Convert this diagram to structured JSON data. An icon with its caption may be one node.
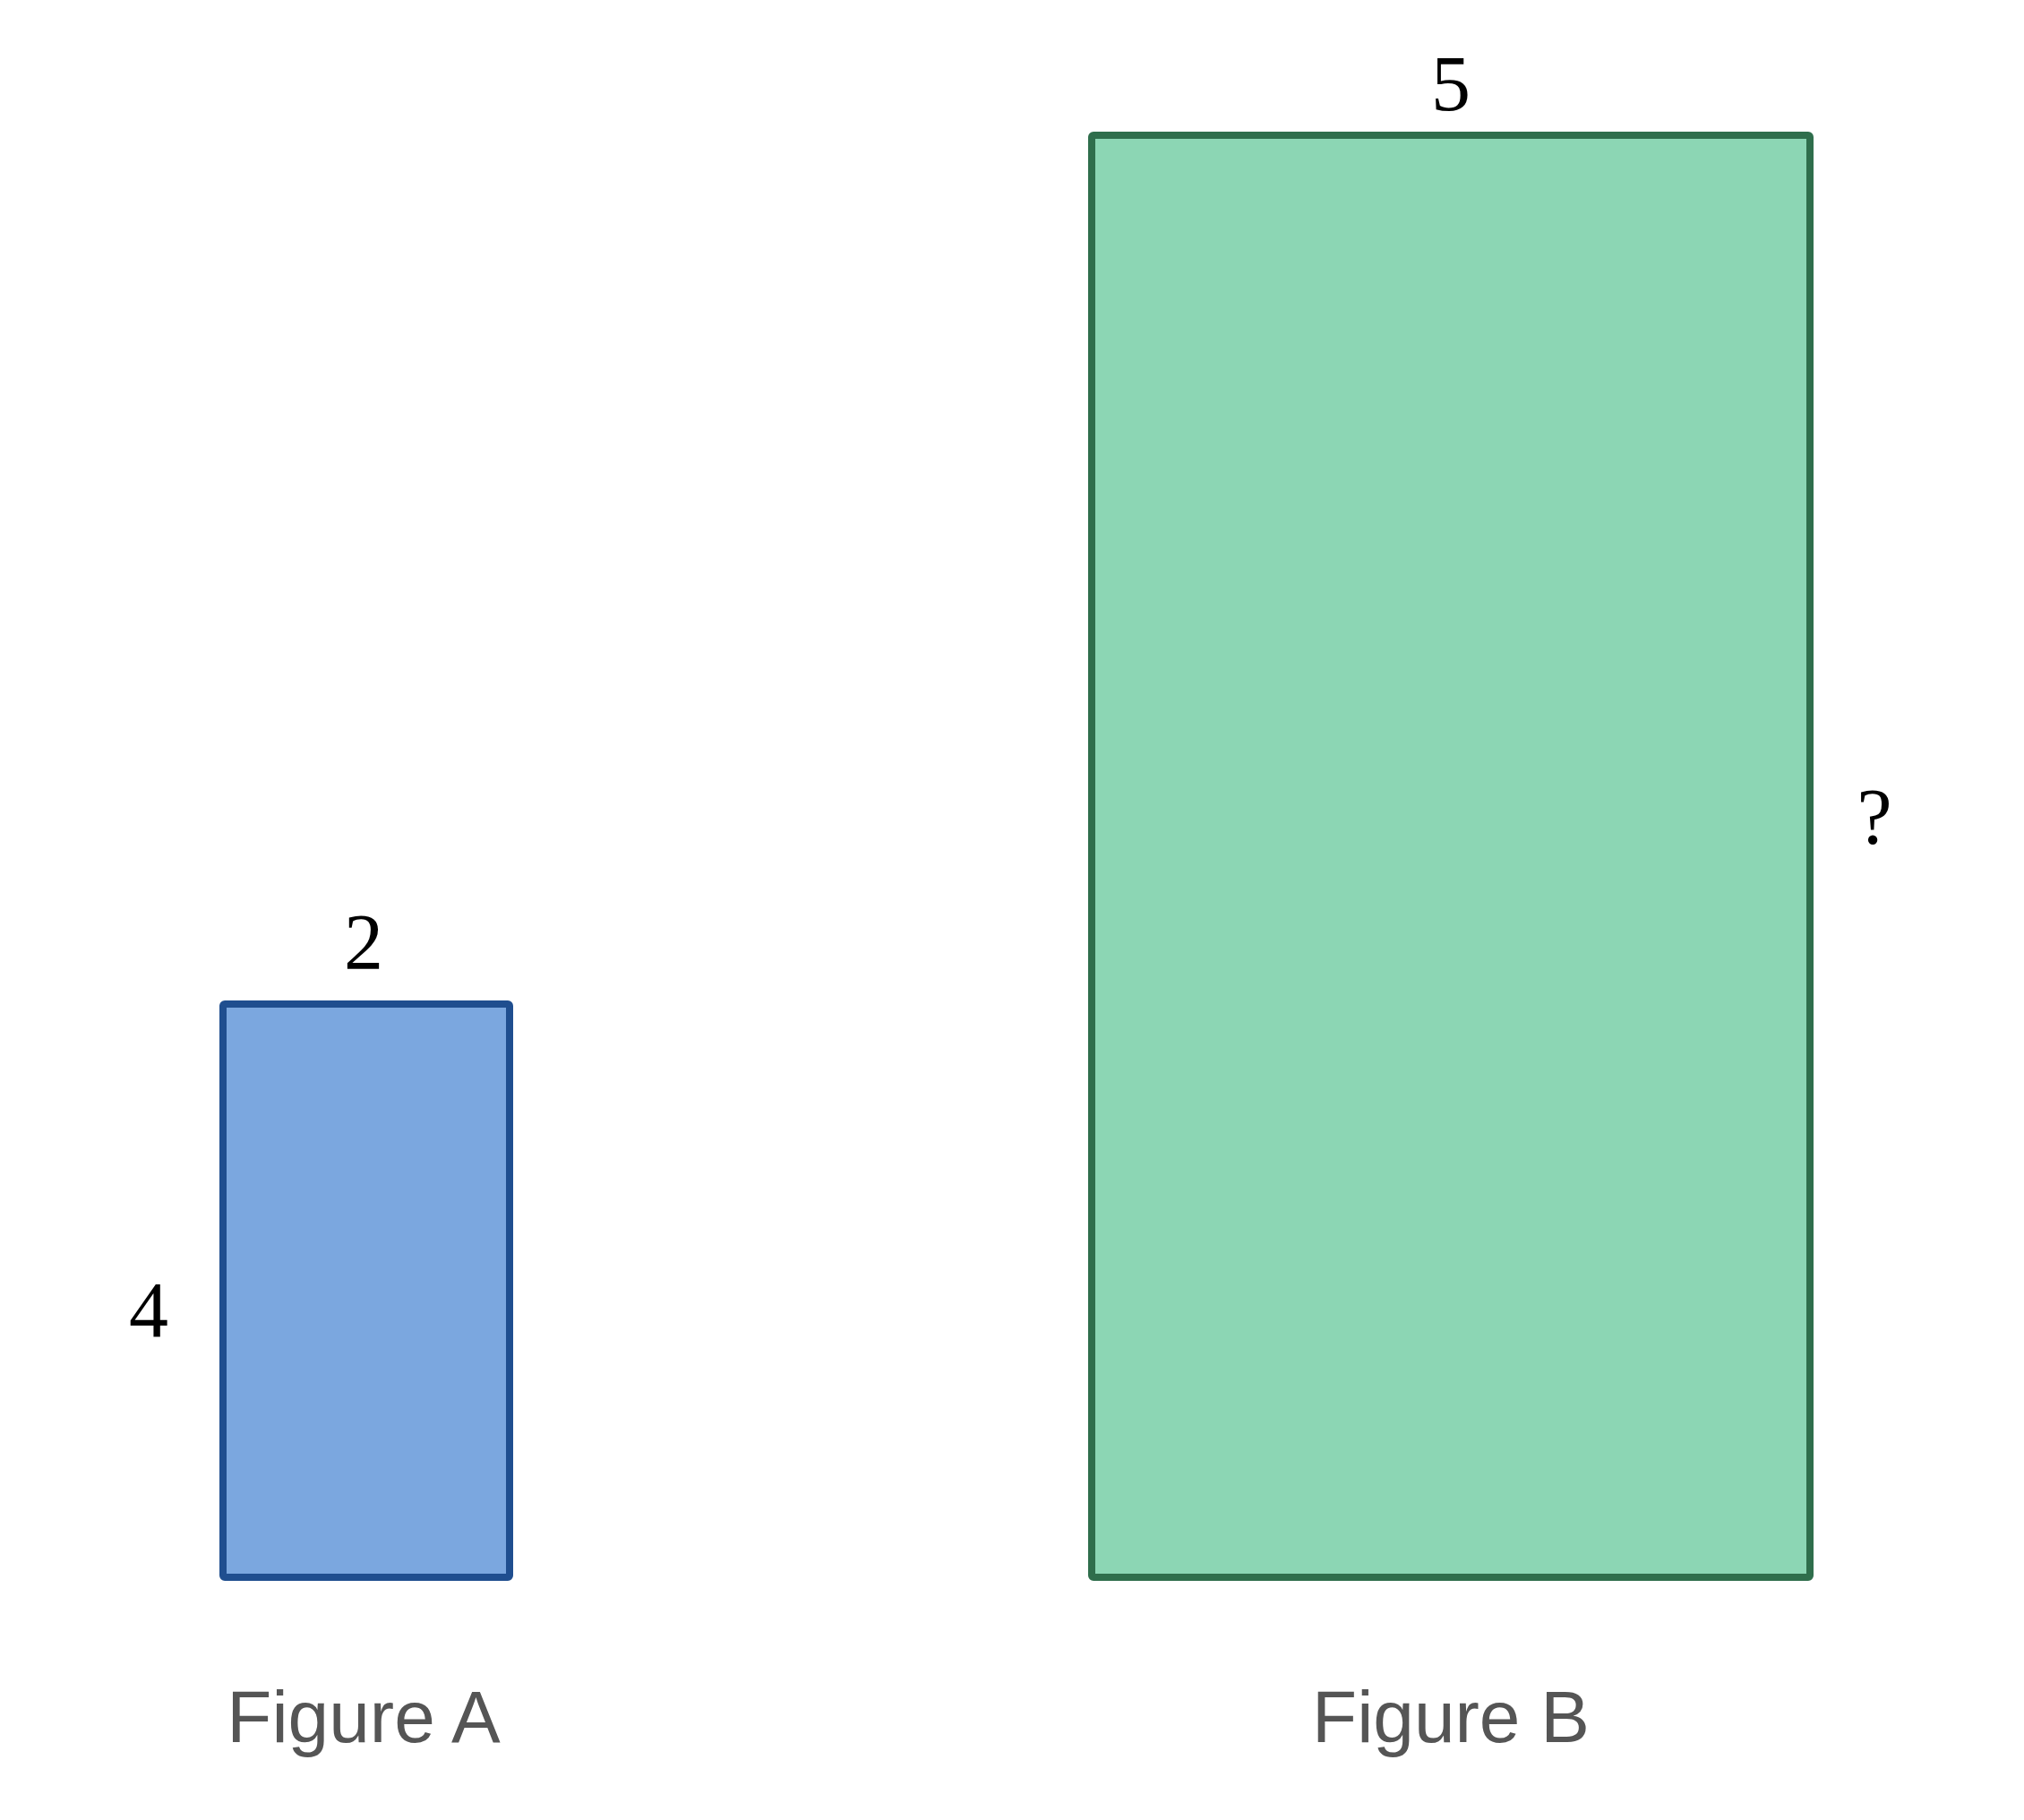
{
  "diagram": {
    "nodes": [
      {
        "text": [],
        "shape": "box",
        "beside": [
          "2",
          "4",
          "Figure A"
        ]
      },
      {
        "text": [],
        "shape": "box",
        "beside": [
          "5",
          "?",
          "Figure B"
        ]
      }
    ]
  }
}
